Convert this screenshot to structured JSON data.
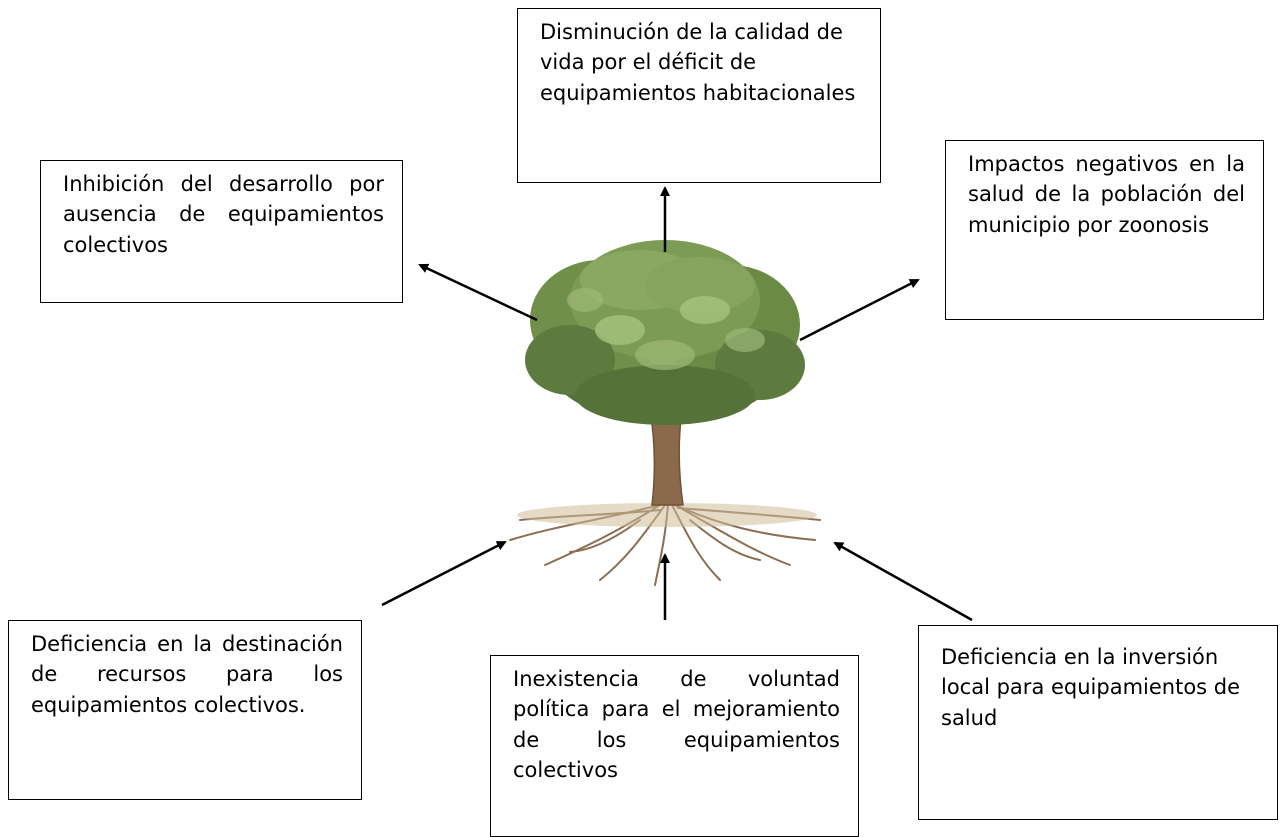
{
  "effects": {
    "top": "Disminución de la calidad de vida por el déficit de equipamientos habitacionales",
    "left": "Inhibición del desarrollo por ausencia de equipamientos colectivos",
    "right": "Impactos negativos en la salud de la población del municipio por zoonosis"
  },
  "causes": {
    "bottom_left": "Deficiencia en la destinación de recursos para los equipamientos colectivos.",
    "bottom_middle": "Inexistencia de voluntad política para el mejoramiento de los equipamientos colectivos",
    "bottom_right": "Deficiencia en la inversión local para equipamientos de salud"
  },
  "colors": {
    "foliage_dark": "#4f6b36",
    "foliage_mid": "#6f8f4a",
    "foliage_light": "#9fb878",
    "trunk": "#8a6a4a",
    "roots": "#8b6e52"
  }
}
